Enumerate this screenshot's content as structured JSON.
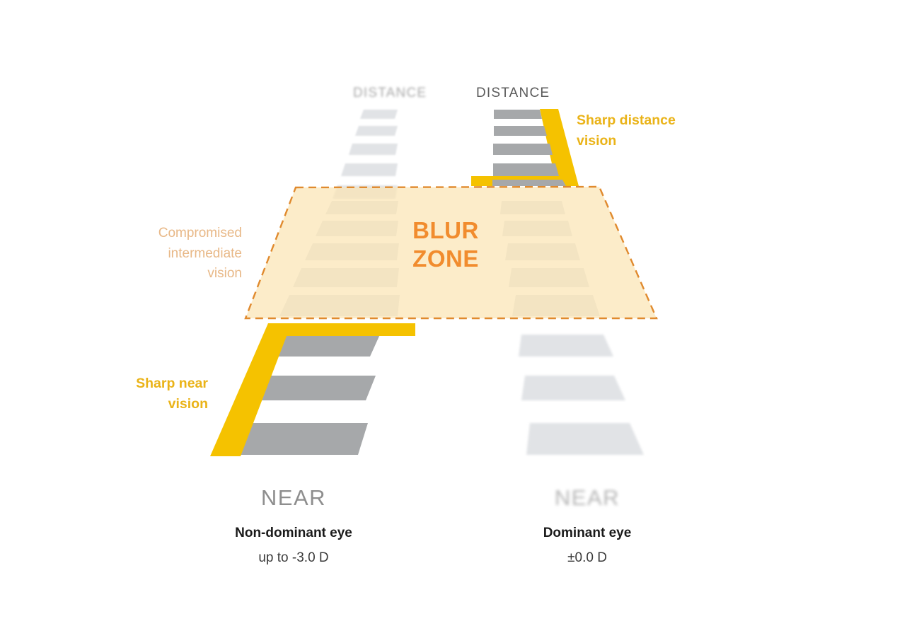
{
  "figure": {
    "title_visible": false,
    "background_color": "#ffffff"
  },
  "labels": {
    "distance_left": "DISTANCE",
    "distance_right": "DISTANCE",
    "near_left": "NEAR",
    "near_right": "NEAR",
    "blur_zone_line1": "BLUR",
    "blur_zone_line2": "ZONE",
    "sharp_distance_line1": "Sharp distance",
    "sharp_distance_line2": "vision",
    "sharp_near_line1": "Sharp near",
    "sharp_near_line2": "vision",
    "compromised_line1": "Compromised",
    "compromised_line2": "intermediate",
    "compromised_line3": "vision",
    "eye_left_title": "Non-dominant eye",
    "eye_left_value": "up to -3.0 D",
    "eye_right_title": "Dominant eye",
    "eye_right_value": "±0.0 D"
  },
  "colors": {
    "yellow": "#f5c200",
    "blur_zone_fill": "#fbe4b4",
    "blur_zone_border": "#e08a2e",
    "blur_zone_text": "#f18c2e",
    "sharp_text": "#eab318",
    "compromised_text": "#e8b887",
    "stripe_sharp": "#a6a8aa",
    "stripe_blurred": "#e1e3e6",
    "label_dark": "#5b5b5b",
    "label_light": "#a8a8a8",
    "near_gray": "#8e8e8e",
    "eye_title": "#1a1a1a"
  },
  "chart_data": {
    "type": "diagram",
    "description": "Micro-monovision road-perspective diagram comparing a non-dominant eye and a dominant eye",
    "roads": [
      {
        "id": "left-road",
        "eye": "Non-dominant eye",
        "refraction": "up to -3.0 D",
        "far_end_label": "DISTANCE",
        "far_end_label_state": "blurred",
        "near_end_label": "NEAR",
        "near_end_label_state": "sharp",
        "sharp_region": "near",
        "sharp_callout": "Sharp near vision",
        "stripe_states_top_to_bottom": [
          "blurred",
          "blurred",
          "blurred",
          "blurred",
          "blurred",
          "blurred",
          "blurred",
          "blurred",
          "blurred",
          "blurred",
          "sharp",
          "sharp",
          "sharp"
        ]
      },
      {
        "id": "right-road",
        "eye": "Dominant eye",
        "refraction": "±0.0 D",
        "far_end_label": "DISTANCE",
        "far_end_label_state": "sharp",
        "near_end_label": "NEAR",
        "near_end_label_state": "blurred",
        "sharp_region": "distance",
        "sharp_callout": "Sharp distance vision",
        "stripe_states_top_to_bottom": [
          "sharp",
          "sharp",
          "sharp",
          "sharp",
          "sharp",
          "blurred",
          "blurred",
          "blurred",
          "blurred",
          "blurred",
          "blurred",
          "blurred",
          "blurred"
        ]
      }
    ],
    "blur_zone": {
      "label": "BLUR ZONE",
      "side_label": "Compromised intermediate vision",
      "shape": "trapezoid",
      "fill": "#fbe4b4",
      "border_style": "dashed",
      "border_color": "#e08a2e"
    }
  }
}
